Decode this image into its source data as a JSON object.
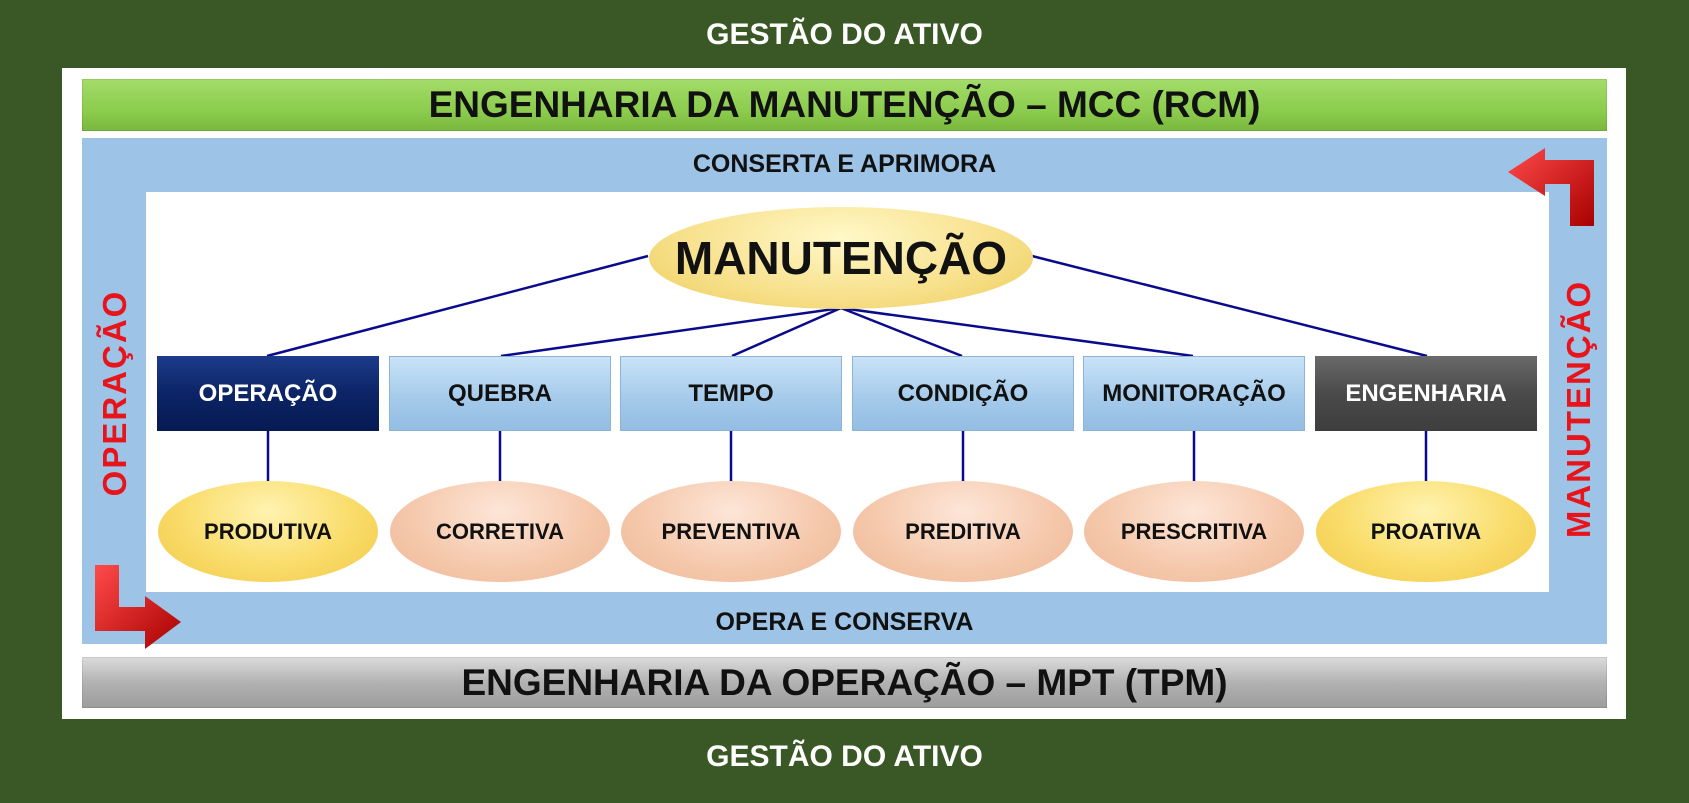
{
  "header": {
    "title_top": "GESTÃO DO ATIVO",
    "title_bottom": "GESTÃO DO ATIVO"
  },
  "bars": {
    "top": "ENGENHARIA DA MANUTENÇÃO – MCC (RCM)",
    "bottom": "ENGENHARIA DA OPERAÇÃO – MPT (TPM)"
  },
  "cycle": {
    "top_label": "CONSERTA E APRIMORA",
    "bottom_label": "OPERA E CONSERVA",
    "left_label": "OPERAÇÃO",
    "right_label": "MANUTENÇÃO"
  },
  "root": "MANUTENÇÃO",
  "categories": [
    {
      "box": "OPERAÇÃO",
      "type": "PRODUTIVA"
    },
    {
      "box": "QUEBRA",
      "type": "CORRETIVA"
    },
    {
      "box": "TEMPO",
      "type": "PREVENTIVA"
    },
    {
      "box": "CONDIÇÃO",
      "type": "PREDITIVA"
    },
    {
      "box": "MONITORAÇÃO",
      "type": "PRESCRITIVA"
    },
    {
      "box": "ENGENHARIA",
      "type": "PROATIVA"
    }
  ],
  "colors": {
    "background": "#3a5825",
    "accent_red": "#e8141b",
    "line": "#0a0a8c"
  }
}
